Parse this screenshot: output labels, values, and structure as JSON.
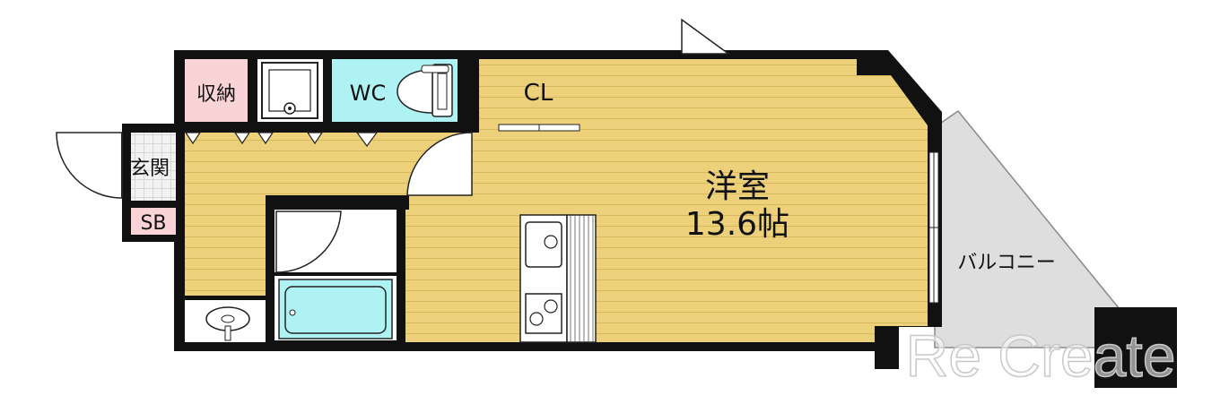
{
  "rooms": {
    "storage": "収納",
    "wc": "WC",
    "closet": "CL",
    "entrance": "玄関",
    "shoe_box": "SB",
    "western_room": "洋室",
    "western_room_size": "13.6帖",
    "balcony": "バルコニー"
  },
  "watermark": "Re Create",
  "colors": {
    "floor_wood": "#ecd07a",
    "floor_line": "#d8b85a",
    "closet_pink": "#f9d3d6",
    "wet_area_cyan": "#aef2f3",
    "balcony_gray": "#dedede",
    "wall": "#111111",
    "entrance_tile": "#ececec"
  }
}
